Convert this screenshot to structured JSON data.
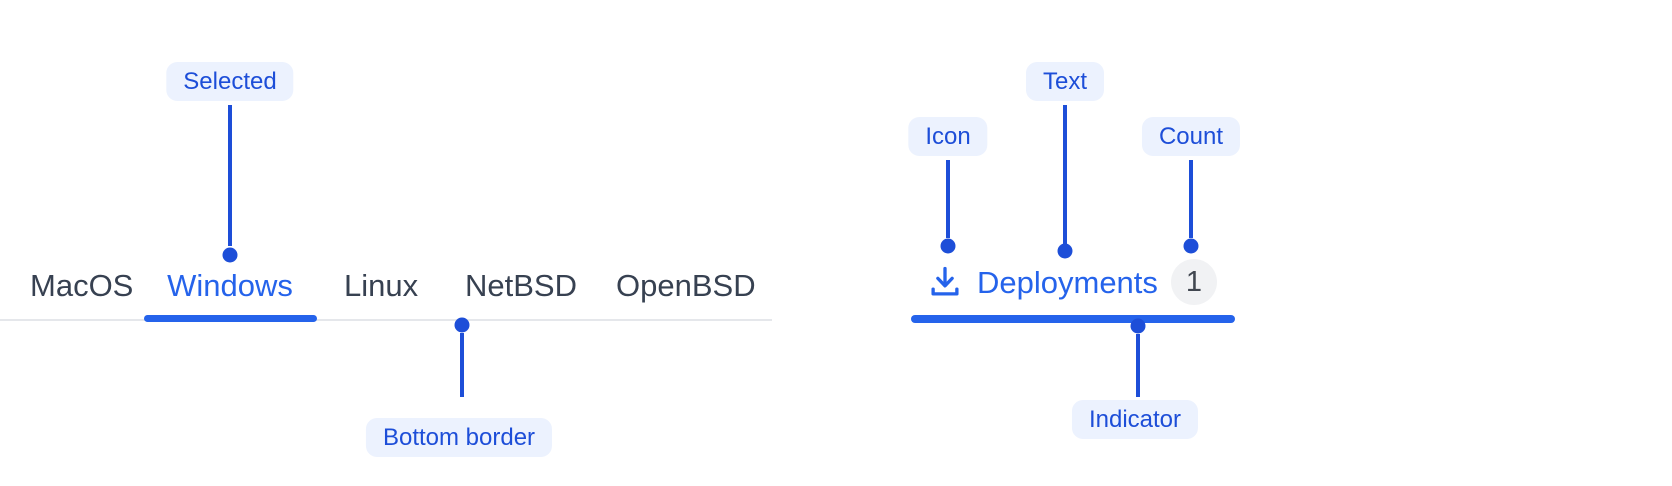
{
  "annotations": {
    "selected": "Selected",
    "bottom_border": "Bottom border",
    "icon": "Icon",
    "text": "Text",
    "count": "Count",
    "indicator": "Indicator"
  },
  "tab_bar_example": {
    "tabs": [
      {
        "label": "MacOS",
        "selected": false
      },
      {
        "label": "Windows",
        "selected": true
      },
      {
        "label": "Linux",
        "selected": false
      },
      {
        "label": "NetBSD",
        "selected": false
      },
      {
        "label": "OpenBSD",
        "selected": false
      }
    ]
  },
  "deployment_tab_example": {
    "icon": "download-icon",
    "label": "Deployments",
    "count": "1"
  },
  "colors": {
    "accent_blue": "#2563EB",
    "annotation_blue": "#1D4ED8",
    "annotation_pill_bg": "#ECF2FE",
    "inactive_tab_text": "#374151",
    "tab_border_gray": "#E5E7EB",
    "count_badge_bg": "#F1F2F4",
    "count_badge_text": "#414750",
    "background": "#FFFFFF"
  }
}
